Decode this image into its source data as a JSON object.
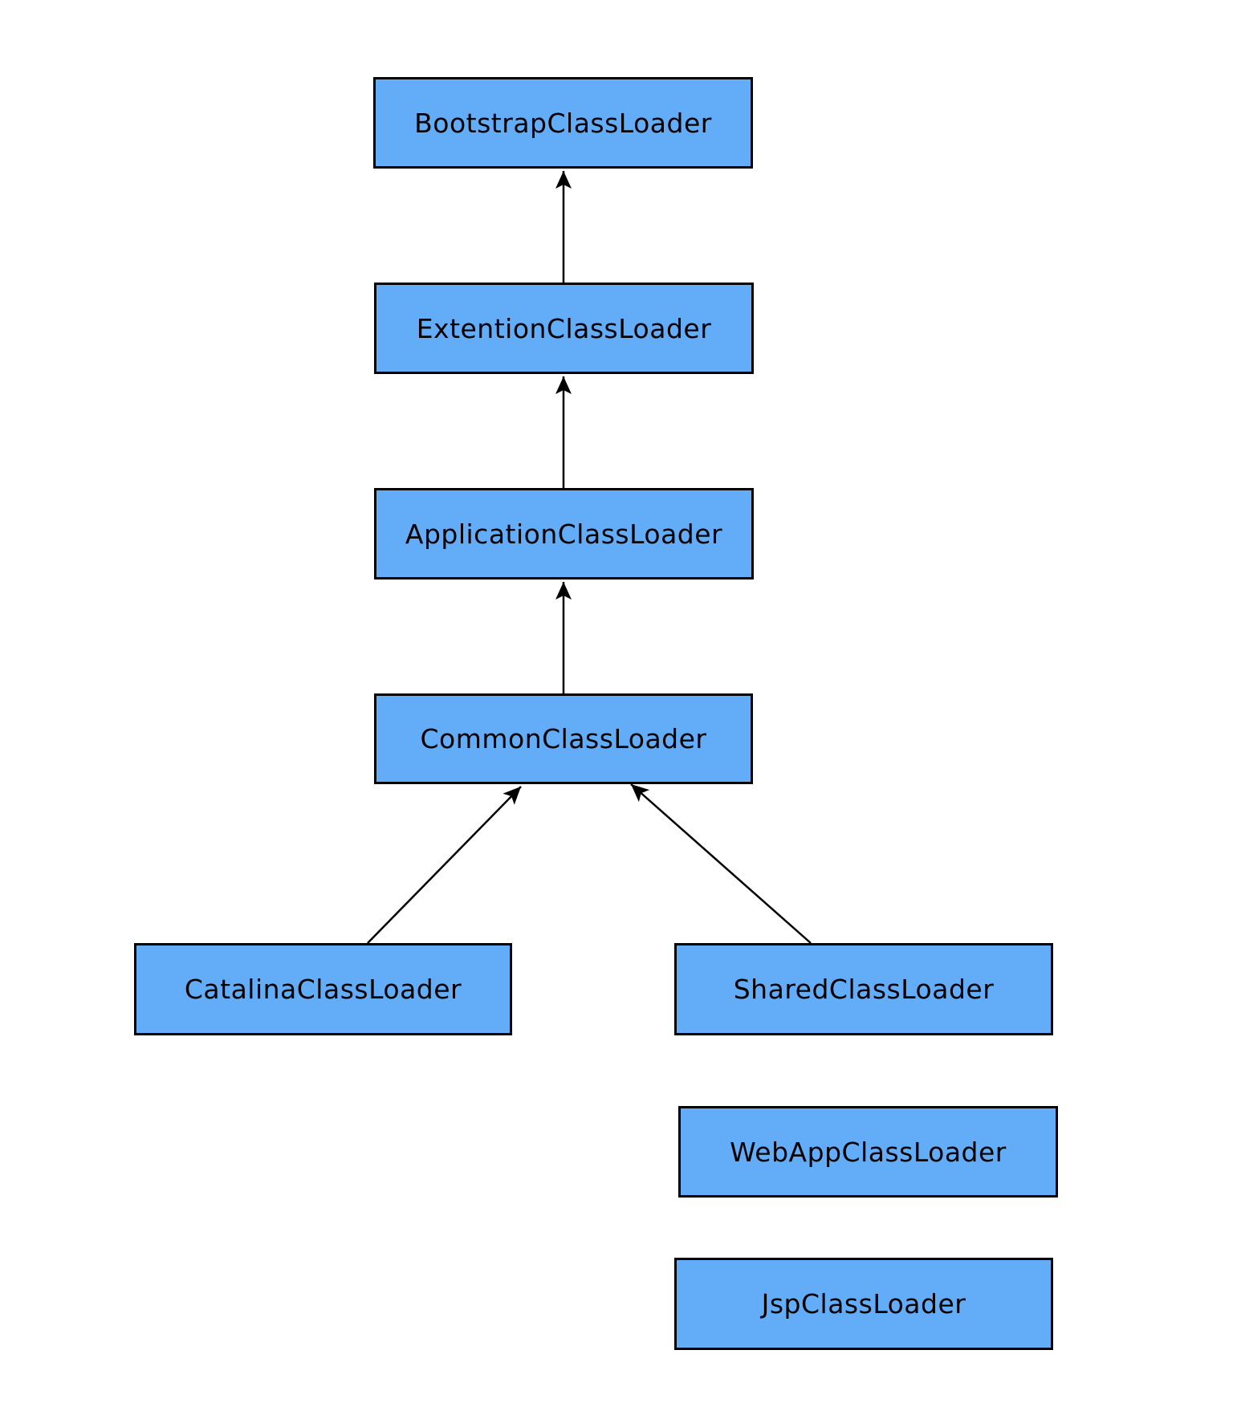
{
  "diagram": {
    "nodes": [
      {
        "id": "bootstrap-class-loader",
        "label": "BootstrapClassLoader"
      },
      {
        "id": "extention-class-loader",
        "label": "ExtentionClassLoader"
      },
      {
        "id": "application-class-loader",
        "label": "ApplicationClassLoader"
      },
      {
        "id": "common-class-loader",
        "label": "CommonClassLoader"
      },
      {
        "id": "catalina-class-loader",
        "label": "CatalinaClassLoader"
      },
      {
        "id": "shared-class-loader",
        "label": "SharedClassLoader"
      },
      {
        "id": "web-app-class-loader",
        "label": "WebAppClassLoader"
      },
      {
        "id": "jsp-class-loader",
        "label": "JspClassLoader"
      }
    ],
    "edges": [
      {
        "from": "ExtentionClassLoader",
        "to": "BootstrapClassLoader",
        "style": "arrow-up"
      },
      {
        "from": "ApplicationClassLoader",
        "to": "ExtentionClassLoader",
        "style": "arrow-up"
      },
      {
        "from": "CommonClassLoader",
        "to": "ApplicationClassLoader",
        "style": "arrow-up"
      },
      {
        "from": "CatalinaClassLoader",
        "to": "CommonClassLoader",
        "style": "arrow-diagonal"
      },
      {
        "from": "SharedClassLoader",
        "to": "CommonClassLoader",
        "style": "arrow-diagonal"
      }
    ],
    "colors": {
      "node_fill": "#63ACF8",
      "node_border": "#000000",
      "arrow": "#000000",
      "background": "#FFFFFF",
      "text": "#000000"
    }
  }
}
